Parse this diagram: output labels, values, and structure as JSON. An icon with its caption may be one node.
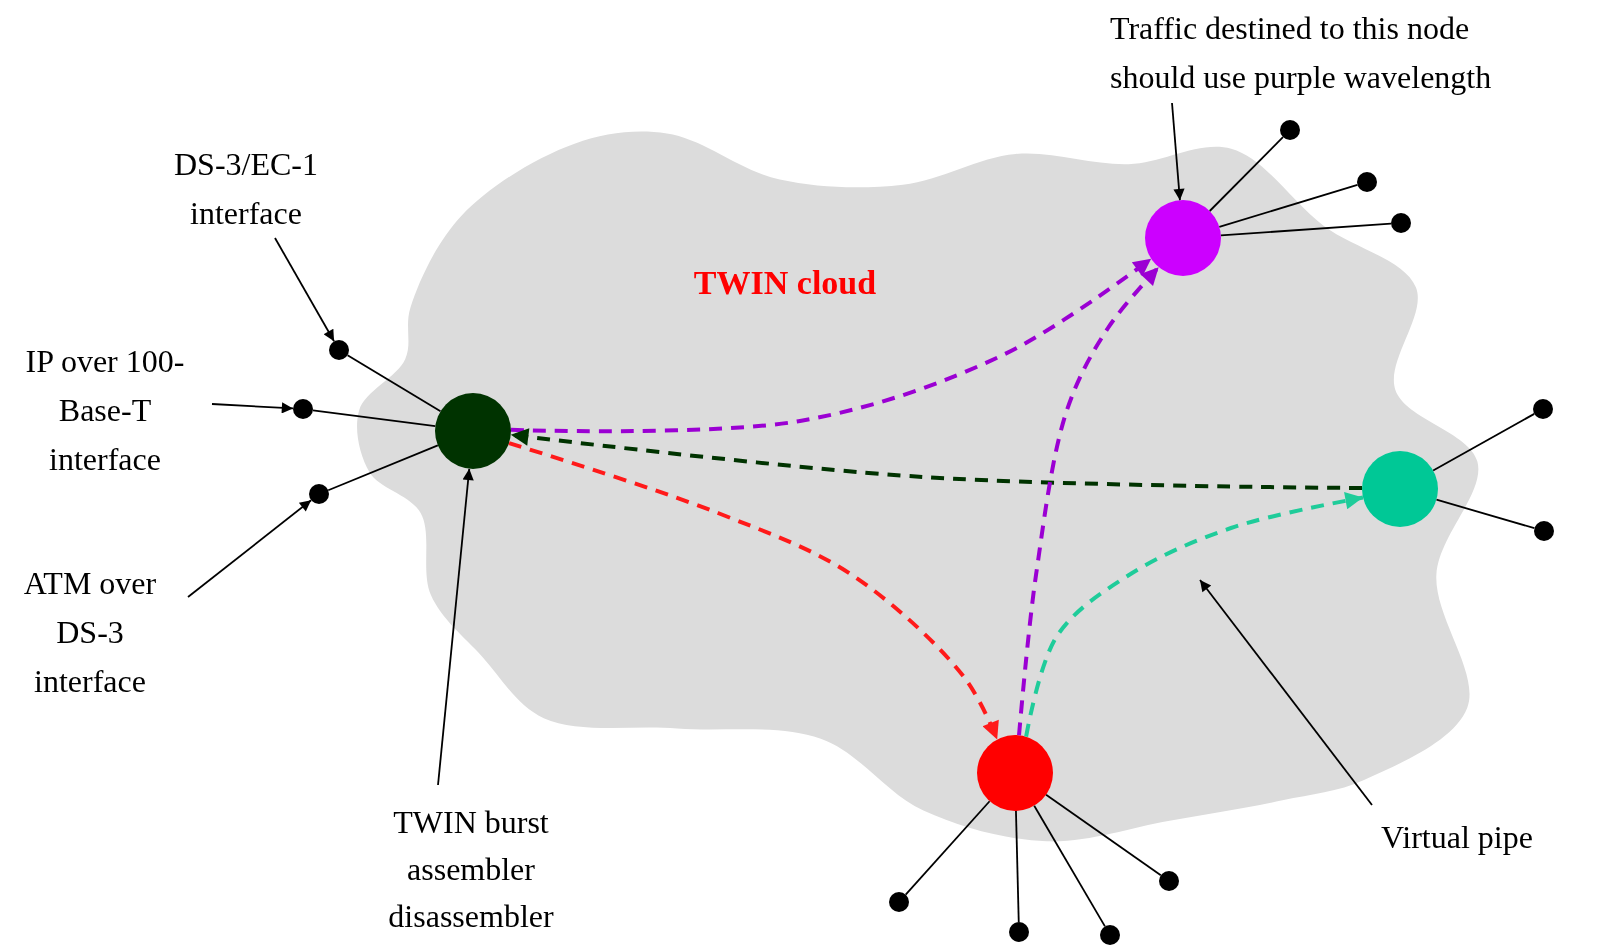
{
  "diagram": {
    "nodes": [
      {
        "text": [
          "TWIN cloud"
        ]
      },
      {
        "text": [
          "DS-3/EC-1 interface"
        ]
      },
      {
        "text": [
          "IP over 100-Base-T interface"
        ]
      },
      {
        "text": [
          "ATM over DS-3 interface"
        ]
      },
      {
        "text": [
          "Traffic destined to this node should use purple wavelength"
        ]
      },
      {
        "text": [],
        "shape": "circle",
        "in": 0
      },
      {
        "text": [],
        "shape": "circle",
        "in": 0
      },
      {
        "text": [],
        "shape": "circle",
        "in": 0
      },
      {
        "text": [],
        "shape": "circle",
        "in": 0
      },
      {
        "text": [
          "TWIN burst assembler disassembler"
        ]
      },
      {
        "text": [
          "Virtual pipe"
        ]
      },
      {
        "text": [],
        "shape": "circle"
      },
      {
        "text": [],
        "shape": "circle"
      },
      {
        "text": [],
        "shape": "circle"
      },
      {
        "text": [],
        "shape": "circle"
      },
      {
        "text": [],
        "shape": "circle"
      },
      {
        "text": [],
        "shape": "circle"
      },
      {
        "text": [],
        "shape": "circle"
      },
      {
        "text": [],
        "shape": "circle"
      },
      {
        "text": [],
        "shape": "circle"
      },
      {
        "text": [],
        "shape": "circle"
      },
      {
        "text": [],
        "shape": "circle"
      },
      {
        "text": [],
        "shape": "circle"
      }
    ],
    "edges": [
      {
        "from": 1,
        "to": 13,
        "arrow": "to"
      },
      {
        "from": 2,
        "to": 11,
        "arrow": "to"
      },
      {
        "from": 3,
        "to": 12,
        "arrow": "to"
      },
      {
        "from": 4,
        "to": 6,
        "arrow": "to"
      },
      {
        "from": 9,
        "to": 5,
        "arrow": "to"
      },
      {
        "from": 10,
        "to": null,
        "arrow": "to"
      },
      {
        "from": 5,
        "to": 13,
        "arrow": "none"
      },
      {
        "from": 5,
        "to": 11,
        "arrow": "none"
      },
      {
        "from": 5,
        "to": 12,
        "arrow": "none"
      },
      {
        "from": 6,
        "to": 18,
        "arrow": "none"
      },
      {
        "from": 6,
        "to": 19,
        "arrow": "none"
      },
      {
        "from": 6,
        "to": 20,
        "arrow": "none"
      },
      {
        "from": 7,
        "to": 21,
        "arrow": "none"
      },
      {
        "from": 7,
        "to": 22,
        "arrow": "none"
      },
      {
        "from": 8,
        "to": 14,
        "arrow": "none"
      },
      {
        "from": 8,
        "to": 15,
        "arrow": "none"
      },
      {
        "from": 8,
        "to": 16,
        "arrow": "none"
      },
      {
        "from": 8,
        "to": 17,
        "arrow": "none"
      },
      {
        "from": 5,
        "to": 6,
        "arrow": "to",
        "style": "dashed",
        "color": "#9b00d3"
      },
      {
        "from": 7,
        "to": 5,
        "arrow": "to",
        "style": "dashed",
        "color": "#003300"
      },
      {
        "from": 5,
        "to": 8,
        "arrow": "to",
        "style": "dashed",
        "color": "#ff1a1a"
      },
      {
        "from": 8,
        "to": 6,
        "arrow": "to",
        "style": "dashed",
        "color": "#9b00d3"
      },
      {
        "from": 8,
        "to": 7,
        "arrow": "to",
        "style": "dashed",
        "color": "#1fcc9a"
      }
    ]
  }
}
